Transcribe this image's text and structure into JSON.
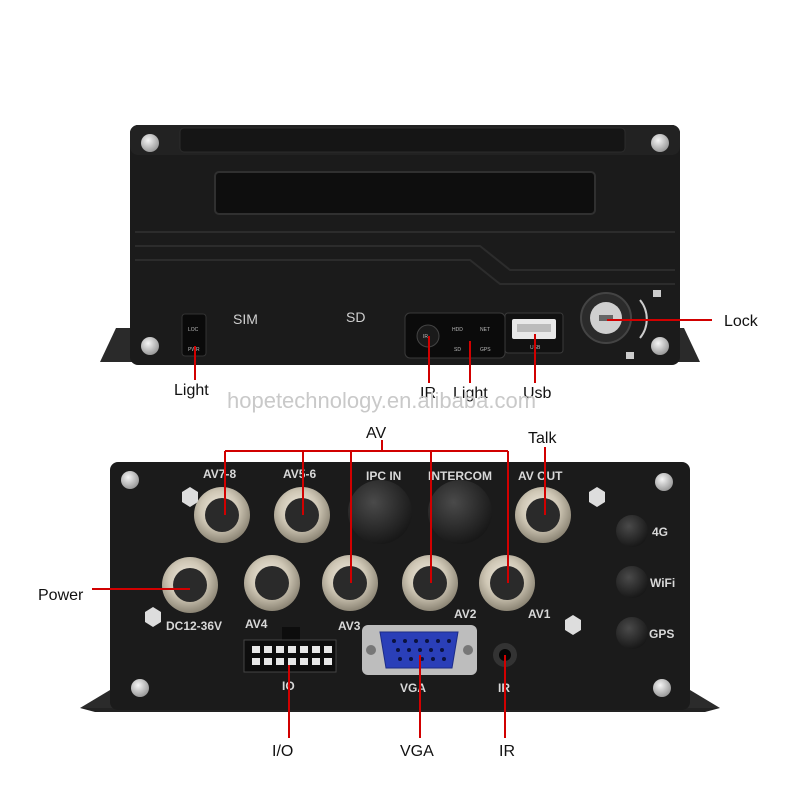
{
  "front": {
    "slot_labels": {
      "sim": "SIM",
      "sd": "SD"
    },
    "led_left": {
      "top": "LOC",
      "bottom": "PWR"
    },
    "led_right": {
      "hdd": "HDD",
      "net": "NET",
      "sd": "SD",
      "gps": "GPS",
      "ir": "IR"
    },
    "usb_port": "USB",
    "callouts": {
      "light_left": "Light",
      "ir": "IR",
      "light_right": "Light",
      "usb": "Usb",
      "lock": "Lock"
    }
  },
  "watermark": "hopetechnology.en.alibaba.com",
  "rear": {
    "top_labels": {
      "av78": "AV7-8",
      "av56": "AV5-6",
      "ipc_in": "IPC IN",
      "intercom": "INTERCOM",
      "av_out": "AV OUT"
    },
    "side_labels": {
      "g4": "4G",
      "wifi": "WiFi",
      "gps": "GPS"
    },
    "bottom_labels": {
      "dc": "DC12-36V",
      "av4": "AV4",
      "av3": "AV3",
      "av2": "AV2",
      "av1": "AV1",
      "io": "IO",
      "vga": "VGA",
      "ir": "IR"
    },
    "callouts": {
      "av": "AV",
      "talk": "Talk",
      "power": "Power",
      "io": "I/O",
      "vga": "VGA",
      "ir": "IR"
    }
  },
  "colors": {
    "callout_line": "#d10000",
    "body": "#1b1b1b",
    "vga_port": "#2a3fb8"
  }
}
